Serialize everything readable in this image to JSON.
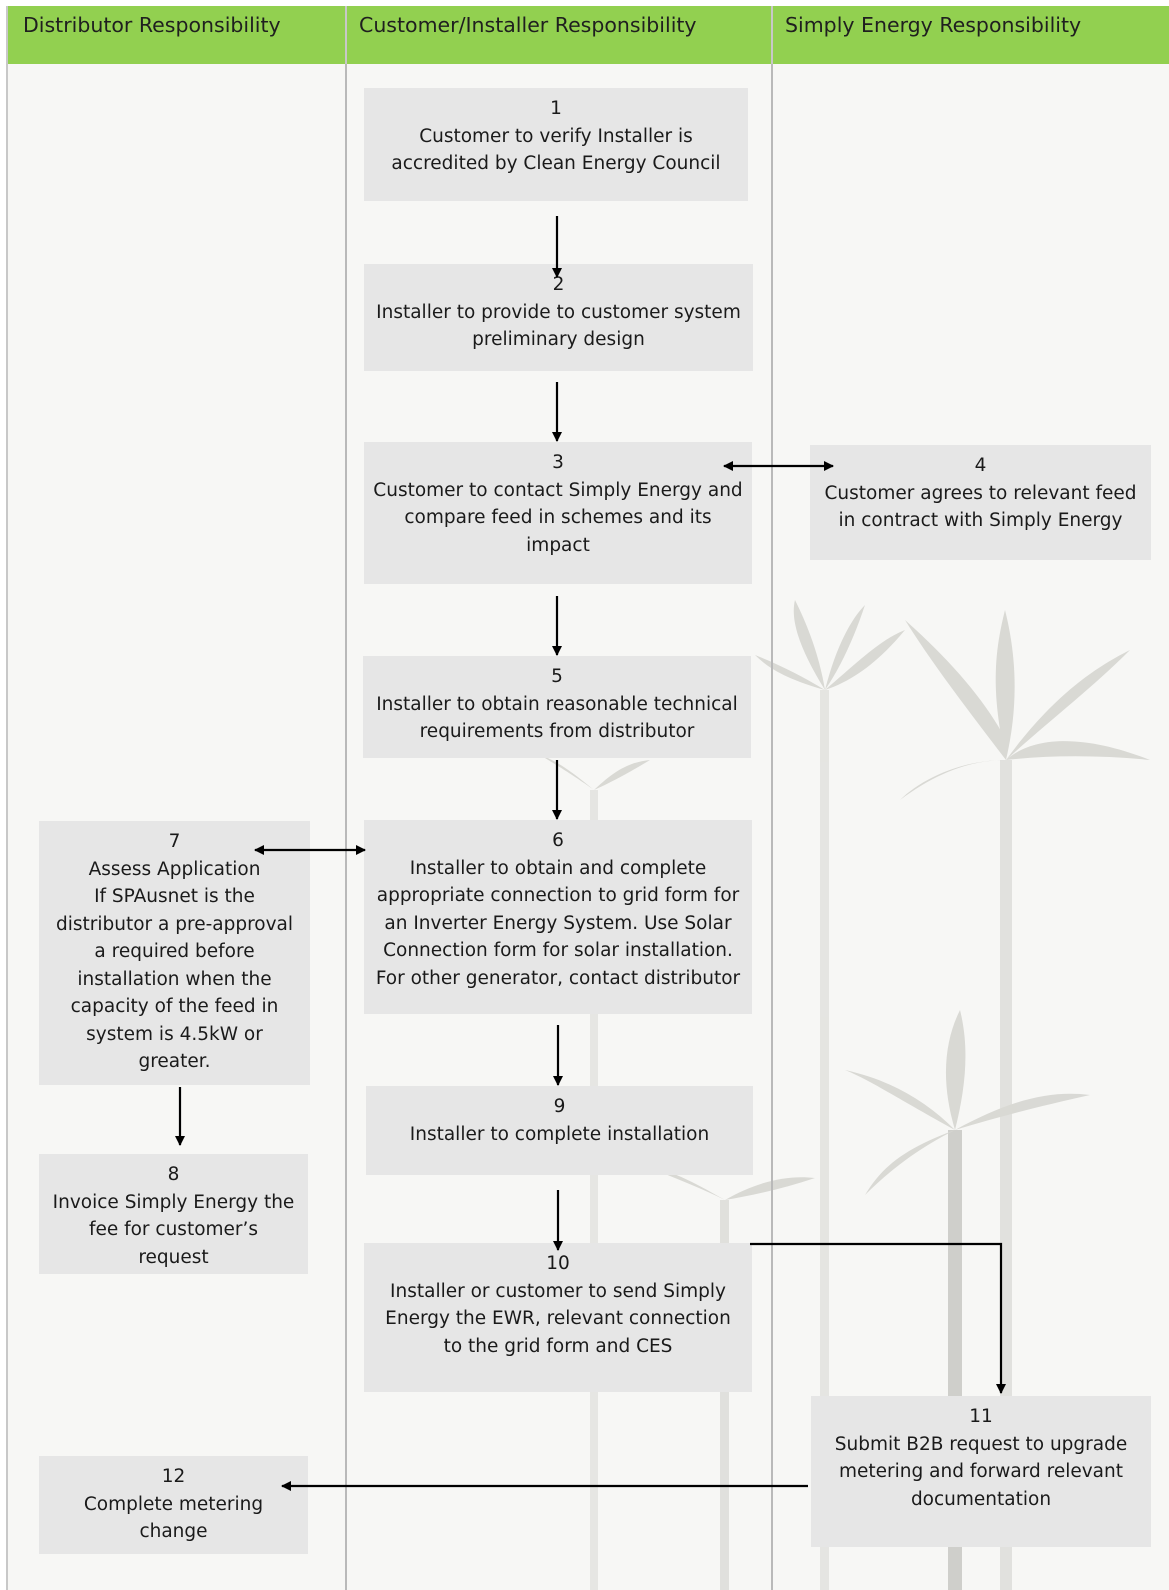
{
  "lanes": [
    {
      "label": "Distributor Responsibility"
    },
    {
      "label": "Customer/Installer Responsibility"
    },
    {
      "label": "Simply Energy Responsibility"
    }
  ],
  "colors": {
    "header": "#92d050",
    "box": "#e6e6e6",
    "arrow": "#000000"
  },
  "steps": [
    {
      "num": "1",
      "text": "Customer to verify Installer is\naccredited by Clean Energy Council"
    },
    {
      "num": "2",
      "text": "Installer to provide to customer system\npreliminary design"
    },
    {
      "num": "3",
      "text": "Customer to contact Simply Energy and\ncompare feed in schemes and its\nimpact"
    },
    {
      "num": "4",
      "text": "Customer agrees to relevant feed\nin contract with Simply Energy"
    },
    {
      "num": "5",
      "text": "Installer to obtain reasonable technical\nrequirements from distributor"
    },
    {
      "num": "6",
      "text": "Installer to obtain and complete\nappropriate connection to grid form for\nan Inverter Energy System. Use Solar\nConnection form for solar installation.\nFor other generator, contact distributor"
    },
    {
      "num": "7",
      "text": "Assess Application\nIf SPAusnet is the\ndistributor a pre-approval\na required before\ninstallation when the\ncapacity of the feed in\nsystem is 4.5kW or\ngreater."
    },
    {
      "num": "8",
      "text": "Invoice Simply Energy the\nfee for customer’s\nrequest"
    },
    {
      "num": "9",
      "text": "Installer to complete installation"
    },
    {
      "num": "10",
      "text": "Installer or customer to send Simply\nEnergy the EWR, relevant connection\nto the grid form and CES"
    },
    {
      "num": "11",
      "text": "Submit B2B request to upgrade\nmetering and forward relevant\ndocumentation"
    },
    {
      "num": "12",
      "text": "Complete metering\nchange"
    }
  ]
}
